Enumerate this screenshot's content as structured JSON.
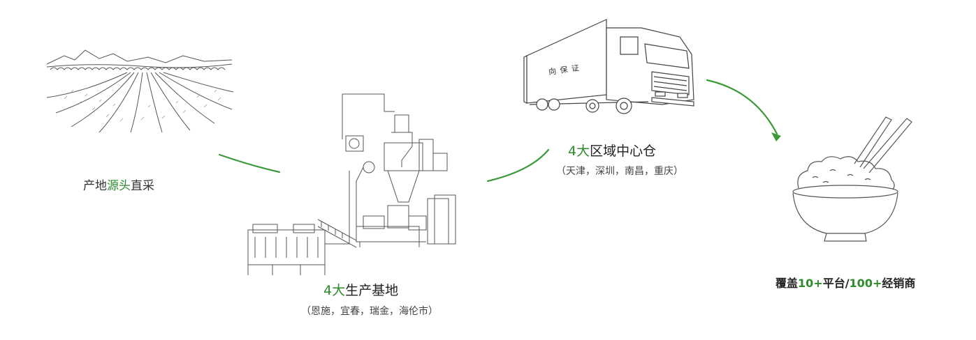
{
  "colors": {
    "accent_green": "#2e8b2e",
    "text_dark": "#222222",
    "line_art": "#555555"
  },
  "stage_origin": {
    "icon": "farmland-icon",
    "label_pre": "产地",
    "label_highlight": "源头",
    "label_post": "直采"
  },
  "stage_bases": {
    "icon": "factory-machinery-icon",
    "label_highlight": "4大",
    "label_post": "生产基地",
    "subtitle": "（恩施，宜春，瑞金，海伦市）"
  },
  "stage_warehouse": {
    "icon": "delivery-truck-icon",
    "truck_logo": "向 保 证",
    "label_highlight": "4大",
    "label_post": "区域中心仓",
    "subtitle": "（天津，深圳，南昌，重庆）"
  },
  "stage_coverage": {
    "icon": "rice-bowl-icon",
    "label_pre": "覆盖",
    "num1": "10+",
    "mid": "平台/",
    "num2": "100+",
    "label_post": "经销商"
  }
}
